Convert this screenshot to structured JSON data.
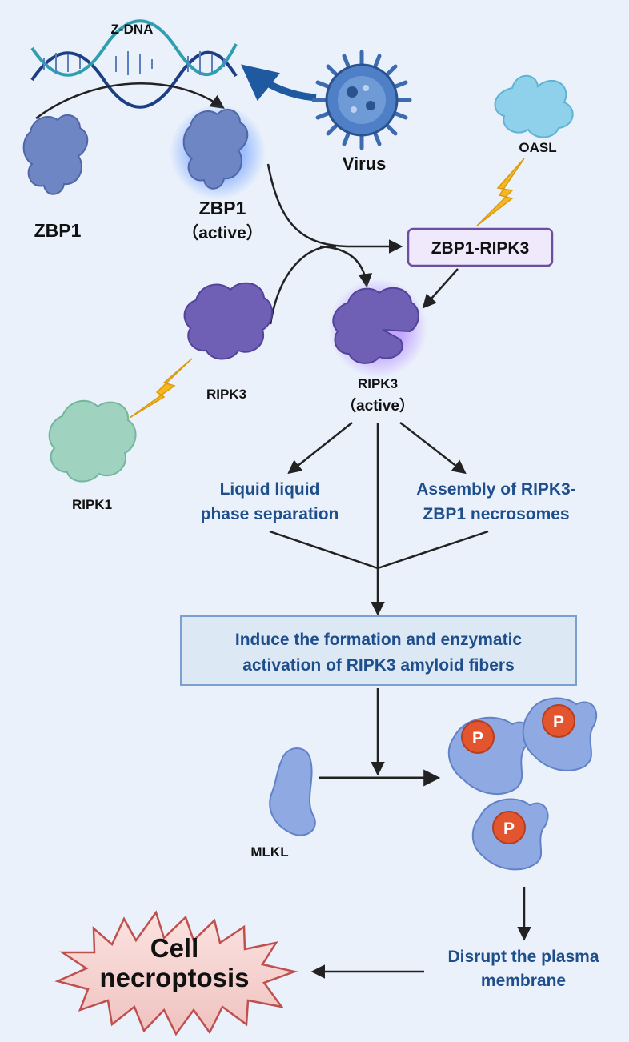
{
  "labels": {
    "zdna": "Z-DNA",
    "virus": "Virus",
    "oasl": "OASL",
    "zbp1": "ZBP1",
    "zbp1_active_name": "ZBP1",
    "zbp1_active_state": "（active）",
    "complex_box": "ZBP1-RIPK3",
    "ripk3": "RIPK3",
    "ripk3_active_name": "RIPK3",
    "ripk3_active_state": "（active）",
    "ripk1": "RIPK1",
    "llps_line1": "Liquid liquid",
    "llps_line2": "phase separation",
    "necrosome_line1": "Assembly of RIPK3-",
    "necrosome_line2": "ZBP1 necrosomes",
    "induce_line1": "Induce the formation and enzymatic",
    "induce_line2": "activation of RIPK3 amyloid fibers",
    "mlkl": "MLKL",
    "phospho": "P",
    "disrupt_line1": "Disrupt the plasma",
    "disrupt_line2": "membrane",
    "outcome_line1": "Cell",
    "outcome_line2": "necroptosis"
  },
  "colors": {
    "background": "#eaf1fb",
    "text_dark": "#111111",
    "text_blue": "#1f4e8c",
    "zbp1": "#6f86c4",
    "ripk3": "#6f5fb5",
    "ripk1": "#9fd3bf",
    "oasl": "#8fd0ea",
    "virus": "#3d6bb0",
    "mlkl": "#8fa9e2",
    "phospho": "#e2552f",
    "lightning": "#f7b722",
    "box_fill": "#dde8f5",
    "box_stroke": "#7aa0cf",
    "complex_stroke": "#6a4fa0",
    "burst_fill": "#f6d6d4",
    "burst_stroke": "#c0504d"
  }
}
